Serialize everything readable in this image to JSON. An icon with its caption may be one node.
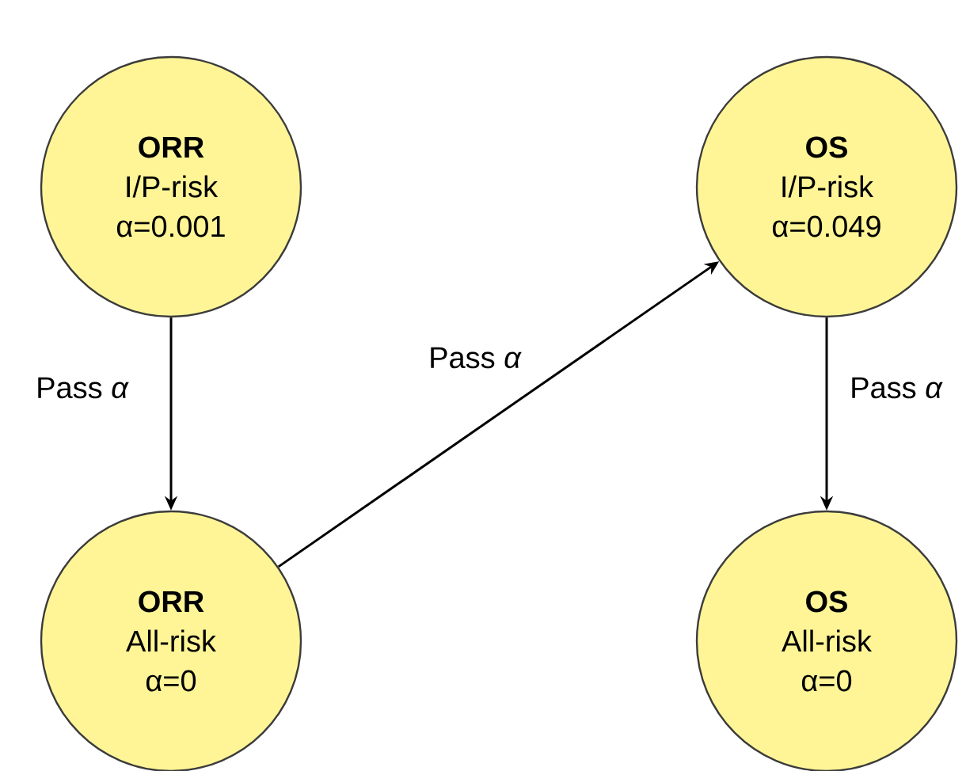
{
  "diagram": {
    "nodes": [
      {
        "text": [
          "ORR",
          "I/P-risk",
          "α=0.001"
        ]
      },
      {
        "text": [
          "OS",
          "I/P-risk",
          "α=0.049"
        ]
      },
      {
        "text": [
          "ORR",
          "All-risk",
          "α=0"
        ]
      },
      {
        "text": [
          "OS",
          "All-risk",
          "α=0"
        ]
      }
    ],
    "edges": [
      {
        "from": 0,
        "to": 2,
        "arrow": "to",
        "label": "Pass *α*"
      },
      {
        "from": 2,
        "to": 1,
        "arrow": "to",
        "label": "Pass *α*"
      },
      {
        "from": 1,
        "to": 3,
        "arrow": "to",
        "label": "Pass *α*"
      }
    ]
  }
}
